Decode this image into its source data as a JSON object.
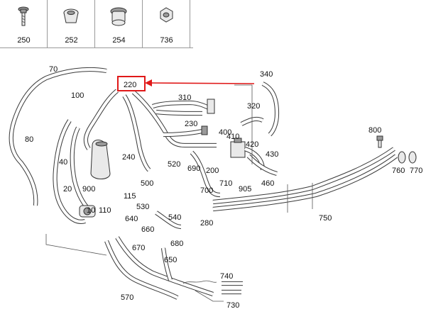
{
  "header_parts": [
    {
      "number": "250",
      "icon": "screw-icon"
    },
    {
      "number": "252",
      "icon": "clip-icon"
    },
    {
      "number": "254",
      "icon": "grommet-icon"
    },
    {
      "number": "736",
      "icon": "nut-icon"
    }
  ],
  "callouts": {
    "c70": "70",
    "c100": "100",
    "c80": "80",
    "c40": "40",
    "c20": "20",
    "c900": "900",
    "c10": "10",
    "c110": "110",
    "c115": "115",
    "c500": "500",
    "c530": "530",
    "c640": "640",
    "c660": "660",
    "c670": "670",
    "c570": "570",
    "c240": "240",
    "c220": "220",
    "c310": "310",
    "c230": "230",
    "c400": "400",
    "c340": "340",
    "c320": "320",
    "c520": "520",
    "c690": "690",
    "c200": "200",
    "c410": "410",
    "c420": "420",
    "c430": "430",
    "c460": "460",
    "c905": "905",
    "c700": "700",
    "c710": "710",
    "c540": "540",
    "c280": "280",
    "c750": "750",
    "c800": "800",
    "c760": "760",
    "c770": "770",
    "c680": "680",
    "c650": "650",
    "c740": "740",
    "c730": "730"
  },
  "highlight_color": "#e01818"
}
